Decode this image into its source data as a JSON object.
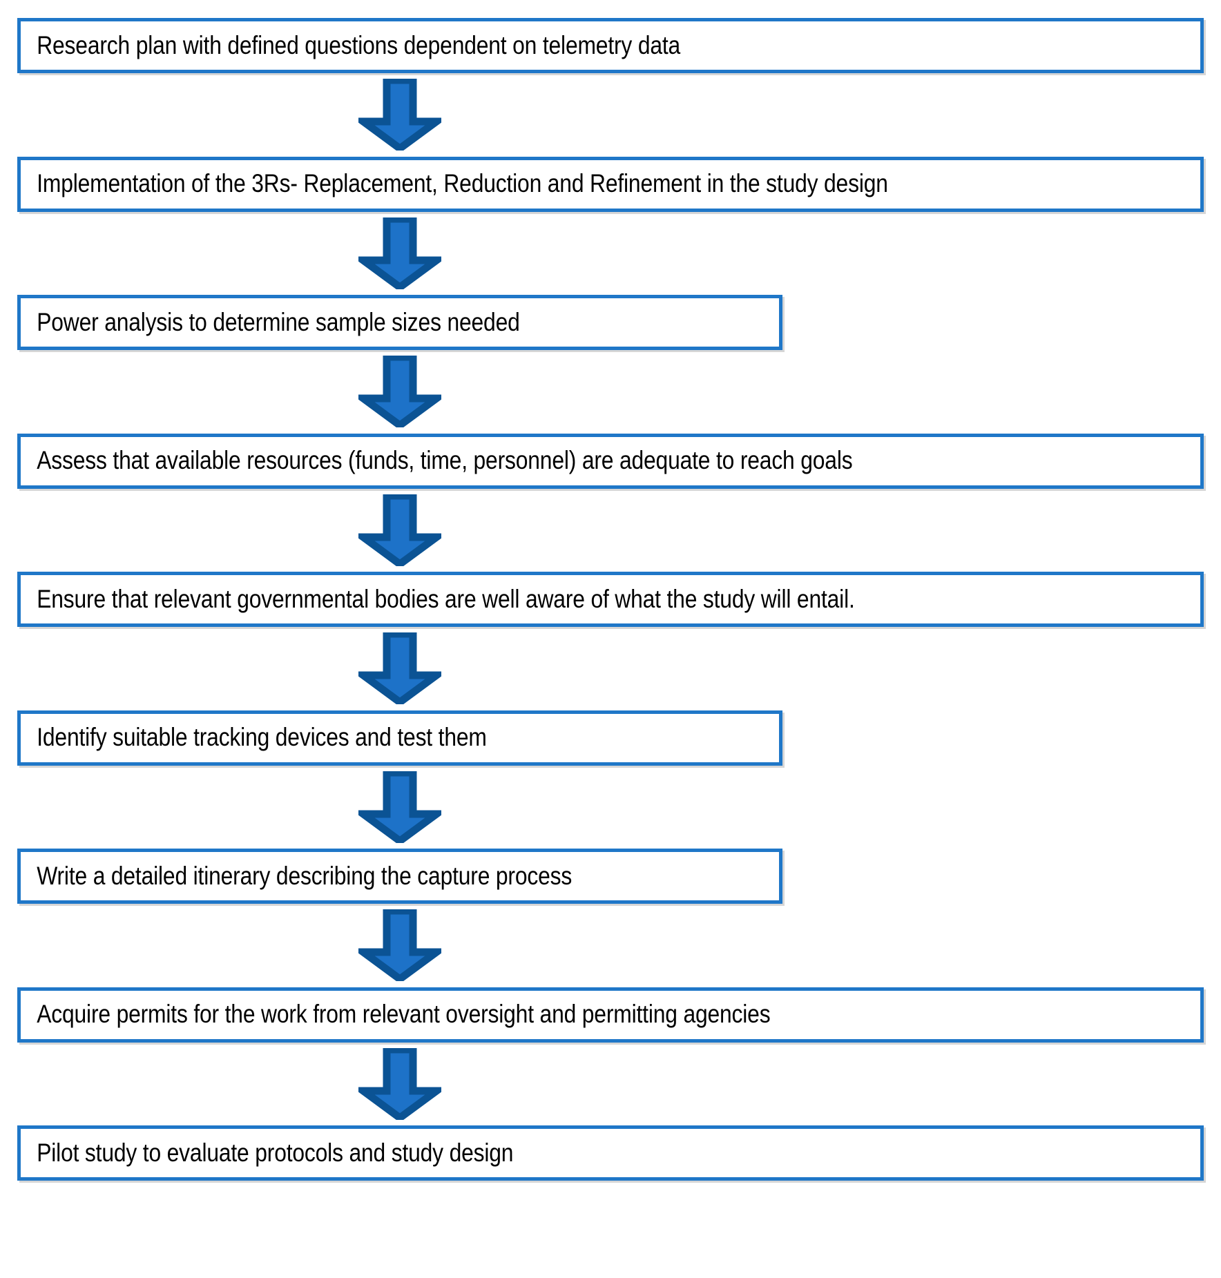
{
  "diagram": {
    "title": "Telemetry study planning flowchart",
    "orientation": "vertical top-to-bottom",
    "colors": {
      "box_border": "#1f77c8",
      "box_fill": "#ffffff",
      "arrow_fill": "#1d72c8",
      "arrow_stroke": "#0b5394",
      "text": "#000000",
      "background": "#ffffff"
    },
    "connector_label": "down-arrow",
    "steps": [
      {
        "id": "step-1",
        "label": "Research plan with defined questions dependent on telemetry data",
        "width": "wide"
      },
      {
        "id": "step-2",
        "label": "Implementation of the 3Rs- Replacement, Reduction and Refinement in the study design",
        "width": "wide"
      },
      {
        "id": "step-3",
        "label": "Power analysis to determine sample sizes needed",
        "width": "short"
      },
      {
        "id": "step-4",
        "label": "Assess that available resources (funds, time, personnel) are adequate to reach goals",
        "width": "wide"
      },
      {
        "id": "step-5",
        "label": "Ensure that relevant governmental bodies are well aware of what the study will entail.",
        "width": "wide"
      },
      {
        "id": "step-6",
        "label": "Identify suitable tracking devices and test them",
        "width": "short"
      },
      {
        "id": "step-7",
        "label": "Write a detailed itinerary describing the capture process",
        "width": "short"
      },
      {
        "id": "step-8",
        "label": "Acquire permits for the work from relevant oversight and permitting agencies",
        "width": "wide"
      },
      {
        "id": "step-9",
        "label": "Pilot study to evaluate protocols and study design",
        "width": "wide"
      }
    ]
  }
}
